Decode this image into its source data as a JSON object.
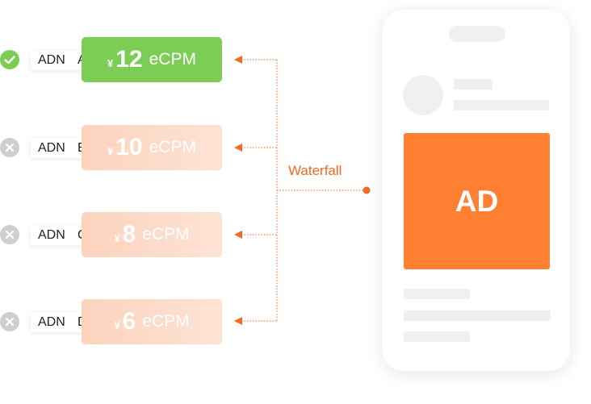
{
  "colors": {
    "won": "#7ccd55",
    "lost_start": "#fcd3bd",
    "lost_end": "#fde3d5",
    "accent": "#f06a24",
    "ad": "#ff7f33",
    "placeholder": "#f0f0f0"
  },
  "bids": [
    {
      "adn_prefix": "ADN",
      "adn_letter": "A",
      "currency": "¥",
      "price": "12",
      "unit": "eCPM",
      "status": "won",
      "status_icon": "check-circle-icon"
    },
    {
      "adn_prefix": "ADN",
      "adn_letter": "B",
      "currency": "¥",
      "price": "10",
      "unit": "eCPM",
      "status": "lost",
      "status_icon": "x-circle-icon"
    },
    {
      "adn_prefix": "ADN",
      "adn_letter": "C",
      "currency": "¥",
      "price": "8",
      "unit": "eCPM",
      "status": "lost",
      "status_icon": "x-circle-icon"
    },
    {
      "adn_prefix": "ADN",
      "adn_letter": "D",
      "currency": "¥",
      "price": "6",
      "unit": "eCPM",
      "status": "lost",
      "status_icon": "x-circle-icon"
    }
  ],
  "waterfall": {
    "label": "Waterfall"
  },
  "phone": {
    "ad_label": "AD"
  }
}
